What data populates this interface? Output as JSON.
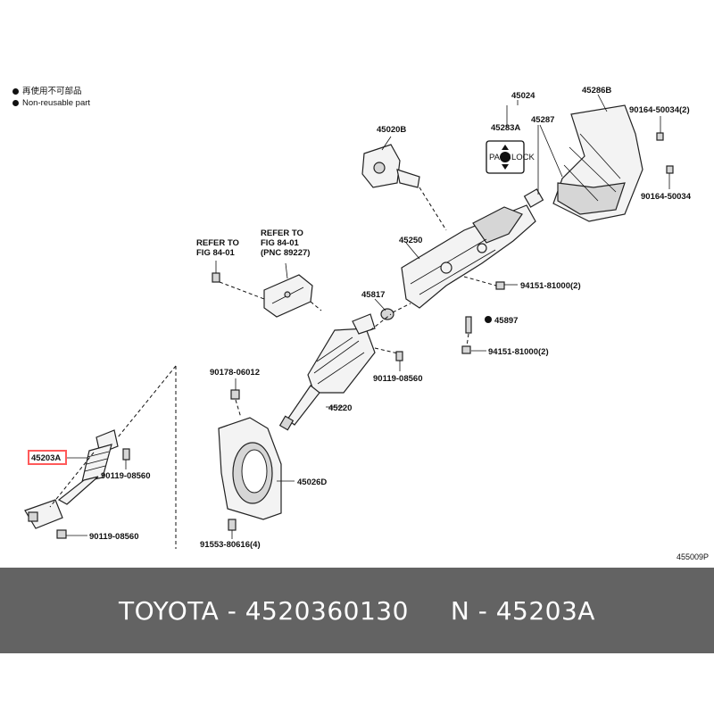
{
  "legend": {
    "line1": "再使用不可部品",
    "line2": "Non-reusable part"
  },
  "labels": {
    "p45024": "45024",
    "p45286B": "45286B",
    "p45287": "45287",
    "p45283A": "45283A",
    "p45020B": "45020B",
    "b90164a": "90164-50034(2)",
    "b90164b": "90164-50034",
    "p45250": "45250",
    "n94151a": "94151-81000(2)",
    "p45817": "45817",
    "p45897": "45897",
    "n94151b": "94151-81000(2)",
    "b90119a": "90119-08560",
    "n90178": "90178-06012",
    "p45220": "45220",
    "p45203A": "45203A",
    "b90119b": "90119-08560",
    "p45026D": "45026D",
    "b90119c": "90119-08560",
    "w91553": "91553-80616(4)",
    "ref1_l1": "REFER TO",
    "ref1_l2": "FIG 84-01",
    "ref2_l1": "REFER TO",
    "ref2_l2": "FIG 84-01",
    "ref2_l3": "(PNC 89227)",
    "pass": "PASS",
    "lock": "LOCK",
    "fig_code": "455009P"
  },
  "footer": {
    "text": "TOYOTA - 4520360130     N - 45203A"
  },
  "colors": {
    "footer_bg": "#636363",
    "highlight": "#ff5a5a"
  }
}
